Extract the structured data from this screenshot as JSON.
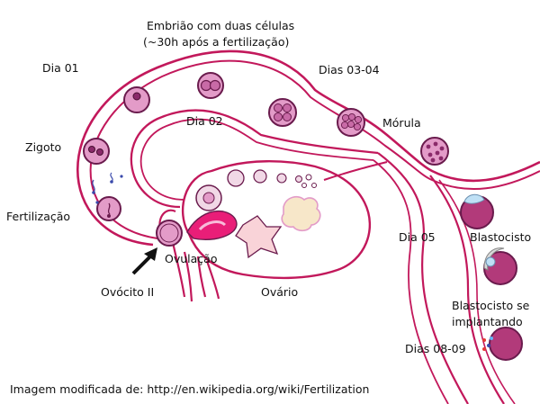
{
  "labels": {
    "embryo_two_cells": "Embrião com duas células",
    "embryo_two_cells_time": "(~30h após a fertilização)",
    "day01": "Dia 01",
    "day02": "Dia 02",
    "days0304": "Dias 03-04",
    "zygote": "Zigoto",
    "morula": "Mórula",
    "fertilization": "Fertilização",
    "day05": "Dia 05",
    "blastocyst": "Blastocisto",
    "ovulation": "Ovulação",
    "oocyte": "Ovócito II",
    "ovary": "Ovário",
    "blastocyst_implanting_line1": "Blastocisto se",
    "blastocyst_implanting_line2": "implantando",
    "days0809": "Dias 08-09",
    "credit": "Imagem modificada de: http://en.wikipedia.org/wiki/Fertilization"
  },
  "colors": {
    "tube_wall": "#c2185b",
    "cell_fill": "#e39bc8",
    "cell_stroke": "#6a1b4d",
    "nucleus": "#8a2a6a",
    "blastocyst_fill": "#b23a7a",
    "ovary_rose": "#e91e78",
    "corpus_luteum": "#f3e1a8",
    "follicle_fill": "#f1d8e6",
    "cream": "#f7e7c9",
    "text": "#111111"
  }
}
